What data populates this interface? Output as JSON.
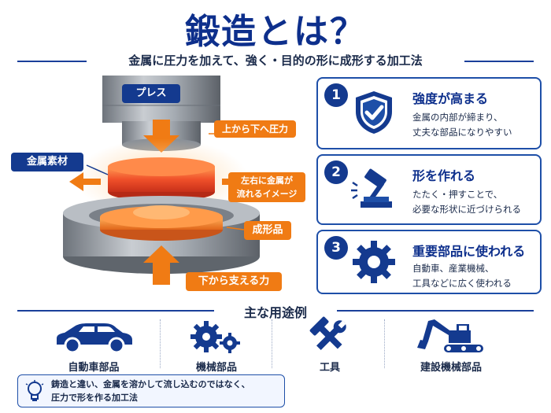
{
  "title": "鍛造とは？",
  "subtitle": "金属に圧力を加えて、強く・目的の形に成形する加工法",
  "diagram": {
    "press_label": "プレス",
    "top_force_label": "上から下へ圧力",
    "material_label": "金属素材",
    "flow_label_line1": "左右に金属が",
    "flow_label_line2": "流れるイメージ",
    "product_label": "成形品",
    "bottom_force_label": "下から支える力"
  },
  "features": [
    {
      "number": "1",
      "icon": "shield-check-icon",
      "title": "強度が高まる",
      "desc_line1": "金属の内部が締まり、",
      "desc_line2": "丈夫な部品になりやすい"
    },
    {
      "number": "2",
      "icon": "hammer-icon",
      "title": "形を作れる",
      "desc_line1": "たたく・押すことで、",
      "desc_line2": "必要な形状に近づけられる"
    },
    {
      "number": "3",
      "icon": "gear-icon",
      "title": "重要部品に使われる",
      "desc_line1": "自動車、産業機械、",
      "desc_line2": "工具などに広く使われる"
    }
  ],
  "uses": {
    "title": "主な用途例",
    "items": [
      {
        "icon": "car-icon",
        "label": "自動車部品"
      },
      {
        "icon": "gears-icon",
        "label": "機械部品"
      },
      {
        "icon": "tools-icon",
        "label": "工具"
      },
      {
        "icon": "excavator-icon",
        "label": "建設機械部品"
      }
    ]
  },
  "note": {
    "icon": "lightbulb-icon",
    "line1": "鋳造と違い、金属を溶かして流し込むのではなく、",
    "line2": "圧力で形を作る加工法"
  },
  "colors": {
    "navy": "#0d2f8c",
    "orange": "#f07b14",
    "metal": "#9aa0a8"
  }
}
